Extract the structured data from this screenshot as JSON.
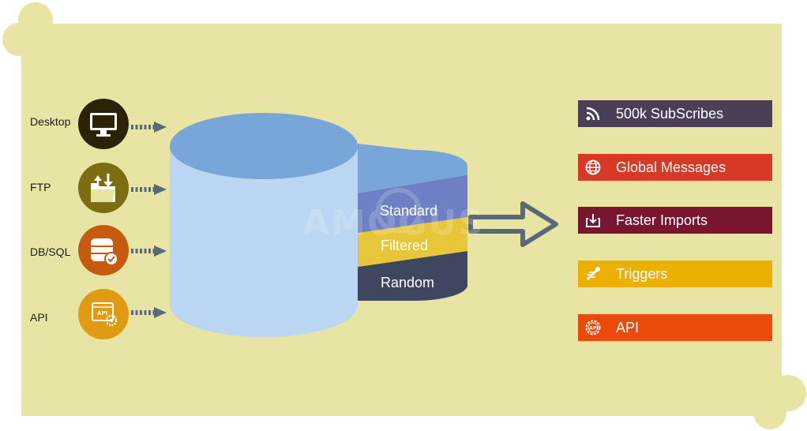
{
  "background": "#e8e4a4",
  "watermark": "AMOGUS",
  "sources": [
    {
      "label": "Desktop",
      "color": "#2b2208",
      "icon": "monitor-icon"
    },
    {
      "label": "FTP",
      "color": "#7a6d12",
      "icon": "folder-download-icon"
    },
    {
      "label": "DB/SQL",
      "color": "#c65a0e",
      "icon": "database-check-icon"
    },
    {
      "label": "API",
      "color": "#e09b12",
      "icon": "api-gear-icon"
    }
  ],
  "layers": [
    {
      "label": "Standard",
      "color": "#6e7fc4"
    },
    {
      "label": "Filtered",
      "color": "#e8c63a"
    },
    {
      "label": "Random",
      "color": "#3f4660"
    }
  ],
  "outputs": [
    {
      "label": "500k SubScribes",
      "color": "#4a3f56",
      "icon": "rss-icon"
    },
    {
      "label": "Global Messages",
      "color": "#d63a26",
      "icon": "globe-icon"
    },
    {
      "label": "Faster Imports",
      "color": "#7a1530",
      "icon": "import-icon"
    },
    {
      "label": "Triggers",
      "color": "#ecb000",
      "icon": "trigger-icon"
    },
    {
      "label": "API",
      "color": "#ea4a0a",
      "icon": "api-gear-icon"
    }
  ]
}
